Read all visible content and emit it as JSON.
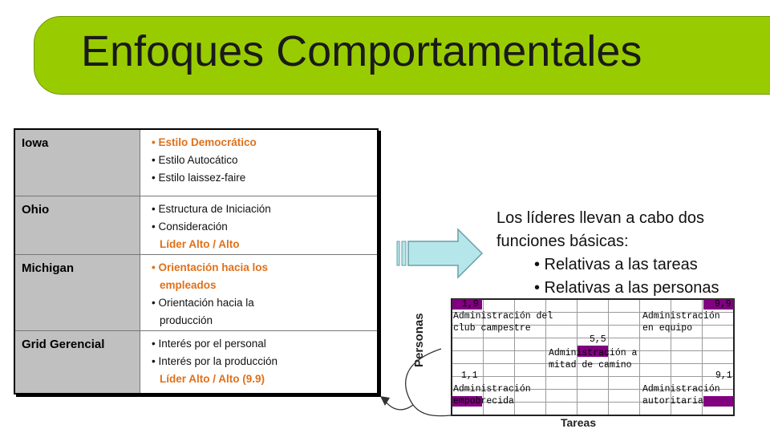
{
  "title": "Enfoques Comportamentales",
  "theories": [
    {
      "name": "Iowa",
      "items": [
        {
          "text": "• Estilo Democrático",
          "highlight": true,
          "indent": false
        },
        {
          "text": "• Estilo Autocático",
          "highlight": false,
          "indent": false
        },
        {
          "text": "• Estilo laissez-faire",
          "highlight": false,
          "indent": false
        }
      ]
    },
    {
      "name": "Ohio",
      "items": [
        {
          "text": "• Estructura de Iniciación",
          "highlight": false,
          "indent": false
        },
        {
          "text": "• Consideración",
          "highlight": false,
          "indent": false
        },
        {
          "text": "Líder Alto / Alto",
          "highlight": true,
          "indent": true
        }
      ]
    },
    {
      "name": "Michigan",
      "items": [
        {
          "text": "• Orientación hacia los",
          "highlight": true,
          "indent": false
        },
        {
          "text": "empleados",
          "highlight": true,
          "indent": true
        },
        {
          "text": "• Orientación hacia la",
          "highlight": false,
          "indent": false
        },
        {
          "text": "producción",
          "highlight": false,
          "indent": true
        }
      ]
    },
    {
      "name": "Grid Gerencial",
      "items": [
        {
          "text": "• Interés por el personal",
          "highlight": false,
          "indent": false
        },
        {
          "text": "• Interés por la producción",
          "highlight": false,
          "indent": false
        },
        {
          "text": "Líder Alto / Alto (9.9)",
          "highlight": true,
          "indent": true
        }
      ]
    }
  ],
  "functions": {
    "intro": [
      "Los líderes llevan a cabo dos",
      "funciones  básicas:"
    ],
    "items": [
      "• Relativas a las tareas",
      "• Relativas a las personas"
    ]
  },
  "grid": {
    "y_axis": "Personas",
    "x_axis": "Tareas",
    "scores": {
      "s19": "1,9",
      "s99": "9,9",
      "s55": "5,5",
      "s11": "1,1",
      "s91": "9,1"
    },
    "styles": {
      "s19": [
        "Administración del",
        "club campestre"
      ],
      "s99": [
        "Administración",
        "en equipo"
      ],
      "s55": [
        "Administración a",
        "mitad de camino"
      ],
      "s11": [
        "Administración",
        "empobrecida"
      ],
      "s91": [
        "Administración",
        "autoritaria"
      ]
    }
  },
  "colors": {
    "banner": "#99cc00",
    "highlight": "#e0701a",
    "grid_mark": "#800080",
    "arrow": "#b4e6ea"
  }
}
